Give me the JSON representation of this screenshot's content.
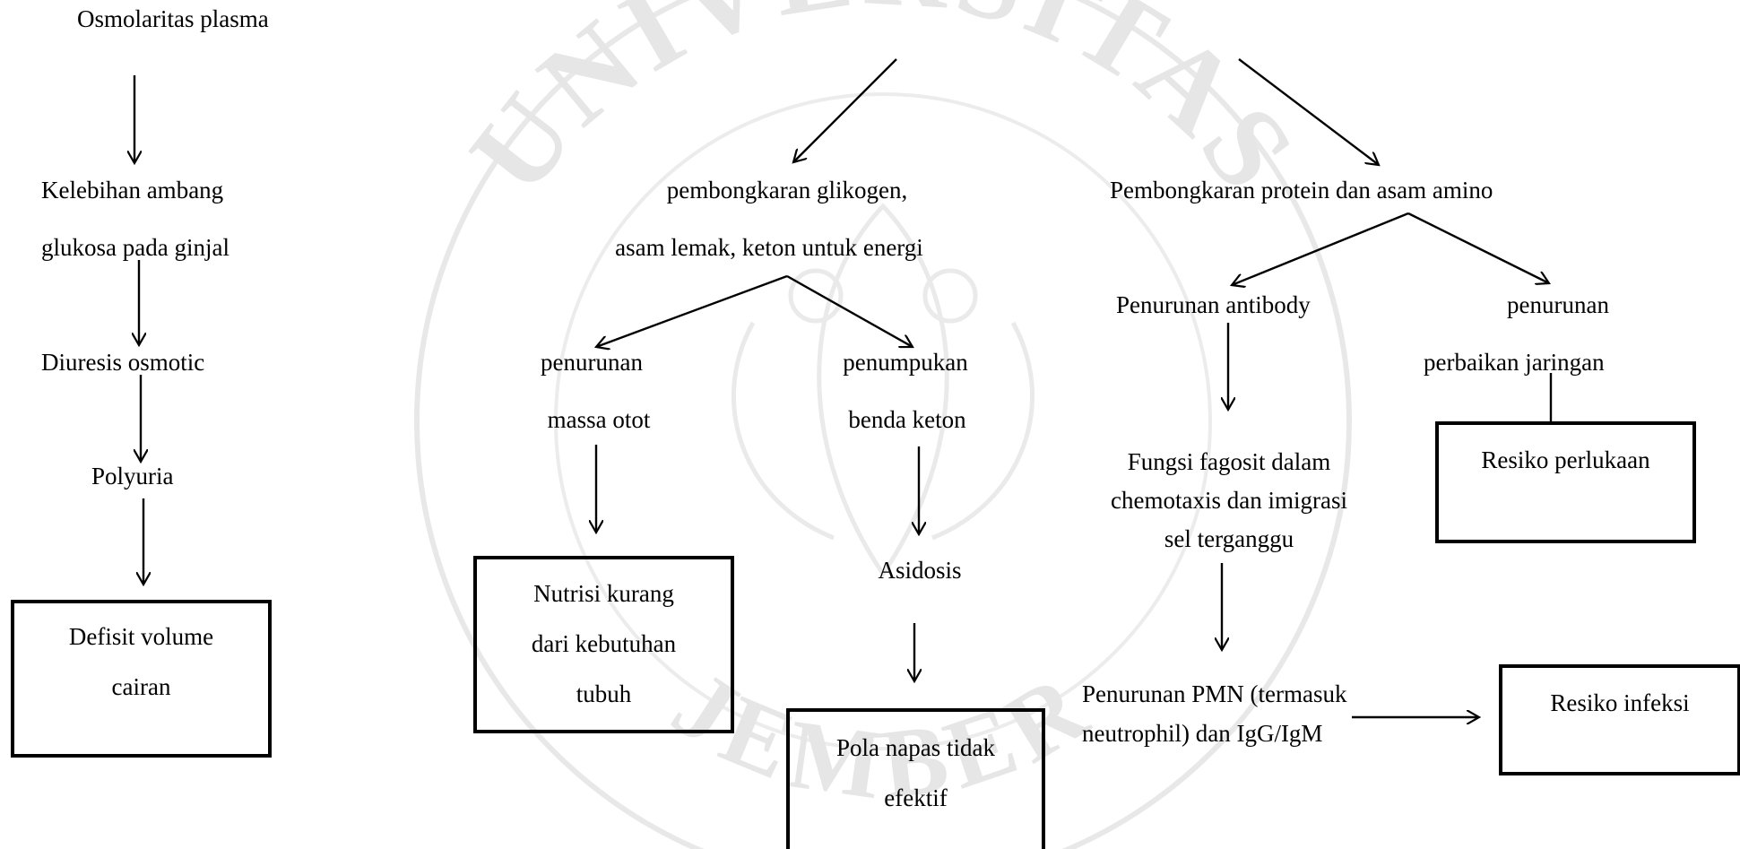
{
  "colors": {
    "ink": "#000000",
    "watermark": "#e4e4e4"
  },
  "watermark": {
    "word_top": "UNIVERSITAS",
    "word_bottom": "JEMBER"
  },
  "col1": {
    "osmolaritas": "Osmolaritas plasma",
    "kelebihan_1": "Kelebihan ambang",
    "kelebihan_2": "glukosa pada ginjal",
    "diuresis": "Diuresis osmotic",
    "polyuria": "Polyuria",
    "defisit_1": "Defisit volume",
    "defisit_2": "cairan"
  },
  "col2": {
    "glikogen_1": "pembongkaran glikogen,",
    "glikogen_2": "asam lemak, keton untuk energi",
    "massa_1": "penurunan",
    "massa_2": "massa otot",
    "keton_1": "penumpukan",
    "keton_2": "benda keton",
    "asidosis": "Asidosis",
    "nutrisi_1": "Nutrisi kurang",
    "nutrisi_2": "dari kebutuhan",
    "nutrisi_3": "tubuh",
    "pola_1": "Pola napas tidak",
    "pola_2": "efektif"
  },
  "col3": {
    "protein": "Pembongkaran protein dan asam amino",
    "antibody": "Penurunan antibody",
    "perbaikan_1": "penurunan",
    "perbaikan_2": "perbaikan jaringan",
    "perlukaan": "Resiko perlukaan",
    "fagosit_1": "Fungsi fagosit dalam",
    "fagosit_2": "chemotaxis dan imigrasi",
    "fagosit_3": "sel  terganggu",
    "pmn_1": "Penurunan PMN (termasuk",
    "pmn_2": "neutrophil) dan IgG/IgM",
    "infeksi": "Resiko infeksi"
  }
}
